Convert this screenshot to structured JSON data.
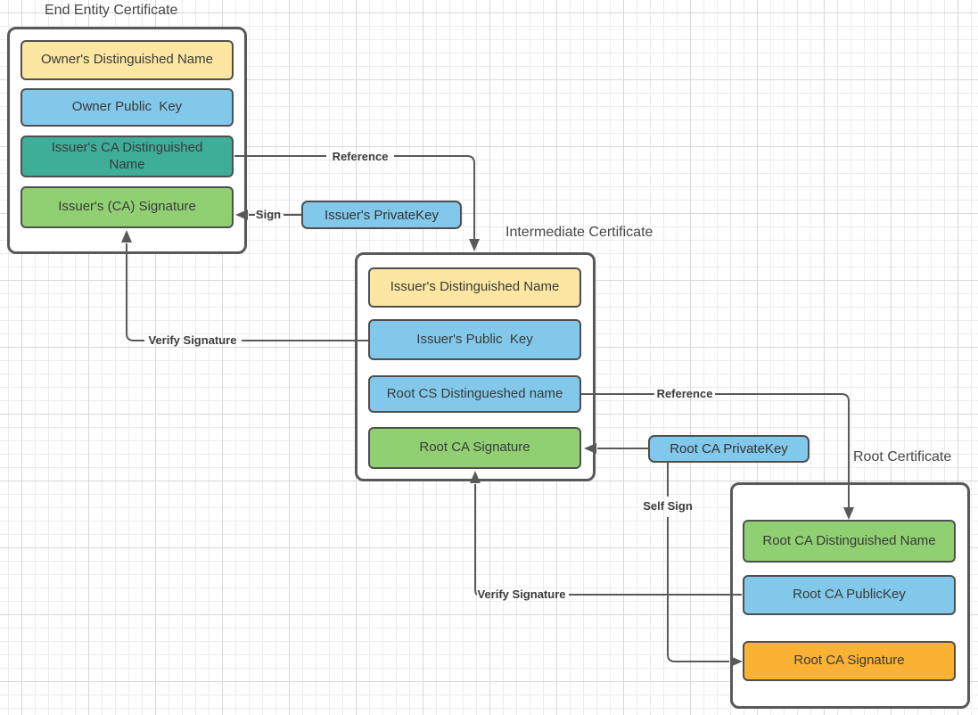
{
  "canvas": {
    "background": "#ffffff",
    "grid_minor_color": "#ececef",
    "grid_major_color": "#d8d8dc"
  },
  "colors": {
    "yellow": "#FBE7A1",
    "blue": "#81C8EA",
    "teal": "#3EAE98",
    "green": "#90D073",
    "orange": "#F9B233",
    "container_fill": "#ffffff",
    "border": "#4f4f4f",
    "line": "#595959",
    "text": "#3a3a3a"
  },
  "certificates": [
    {
      "id": "end-entity",
      "title": "End Entity Certificate",
      "fields": [
        {
          "label": "Owner's Distinguished Name",
          "color": "yellow"
        },
        {
          "label": "Owner Public  Key",
          "color": "blue"
        },
        {
          "label": "Issuer's CA Distinguished Name",
          "color": "teal"
        },
        {
          "label": "Issuer's (CA) Signature",
          "color": "green"
        }
      ]
    },
    {
      "id": "intermediate",
      "title": "Intermediate Certificate",
      "fields": [
        {
          "label": "Issuer's Distinguished Name",
          "color": "yellow"
        },
        {
          "label": "Issuer's Public  Key",
          "color": "blue"
        },
        {
          "label": "Root CS Distingueshed name",
          "color": "blue"
        },
        {
          "label": "Root CA Signature",
          "color": "green"
        }
      ]
    },
    {
      "id": "root",
      "title": "Root Certificate",
      "fields": [
        {
          "label": "Root CA Distinguished Name",
          "color": "green"
        },
        {
          "label": "Root CA PublicKey",
          "color": "blue"
        },
        {
          "label": "Root CA Signature",
          "color": "orange"
        }
      ]
    }
  ],
  "keys": [
    {
      "id": "issuer-private-key",
      "label": "Issuer's PrivateKey"
    },
    {
      "id": "root-ca-private-key",
      "label": "Root CA PrivateKey"
    }
  ],
  "arrow_labels": [
    {
      "id": "reference-top",
      "text": "Reference"
    },
    {
      "id": "sign",
      "text": "Sign"
    },
    {
      "id": "verify-signature-top",
      "text": "Verify Signature"
    },
    {
      "id": "reference-bottom",
      "text": "Reference"
    },
    {
      "id": "self-sign",
      "text": "Self Sign"
    },
    {
      "id": "verify-signature-bottom",
      "text": "Verify Signature"
    }
  ]
}
